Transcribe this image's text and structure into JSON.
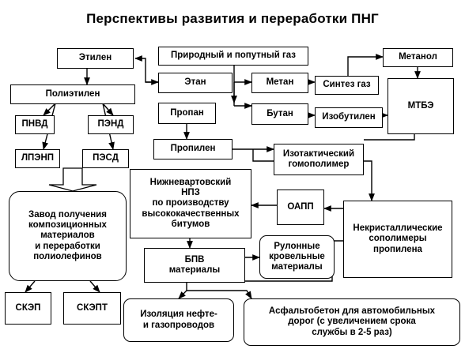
{
  "title": "Перспективы развития и переработки ПНГ",
  "nodes": {
    "png": "Природный и попутный газ",
    "ethylene": "Этилен",
    "polyethylene": "Полиэтилен",
    "pnvd": "ПНВД",
    "pend": "ПЭНД",
    "lpenp": "ЛПЭНП",
    "pesd": "ПЭСД",
    "composite_plant": "Завод получения\nкомпозиционных\nматериалов\nи переработки\nполиолефинов",
    "skep": "СКЭП",
    "skept": "СКЭПТ",
    "ethane": "Этан",
    "propane": "Пропан",
    "methane": "Метан",
    "butane": "Бутан",
    "synthesis_gas": "Синтез газ",
    "isobutylene": "Изобутилен",
    "methanol": "Метанол",
    "mtbe": "МТБЭ",
    "propylene": "Пропилен",
    "isotactic": "Изотактический\nгомополимер",
    "nvnpz": "Нижневартовский\nНПЗ\nпо производству\nвысококачественных\nбитумов",
    "oapp": "ОАПП",
    "noncrystalline": "Некристаллические\nсополимеры\nпропилена",
    "bpv": "БПВ\nматериалы",
    "roll": "Рулонные\nкровельные\nматериалы",
    "insulation": "Изоляция нефте-\nи газопроводов",
    "asphalt": "Асфальтобетон для автомобильных\nдорог (с увеличением срока\nслужбы в 2-5 раз)"
  }
}
